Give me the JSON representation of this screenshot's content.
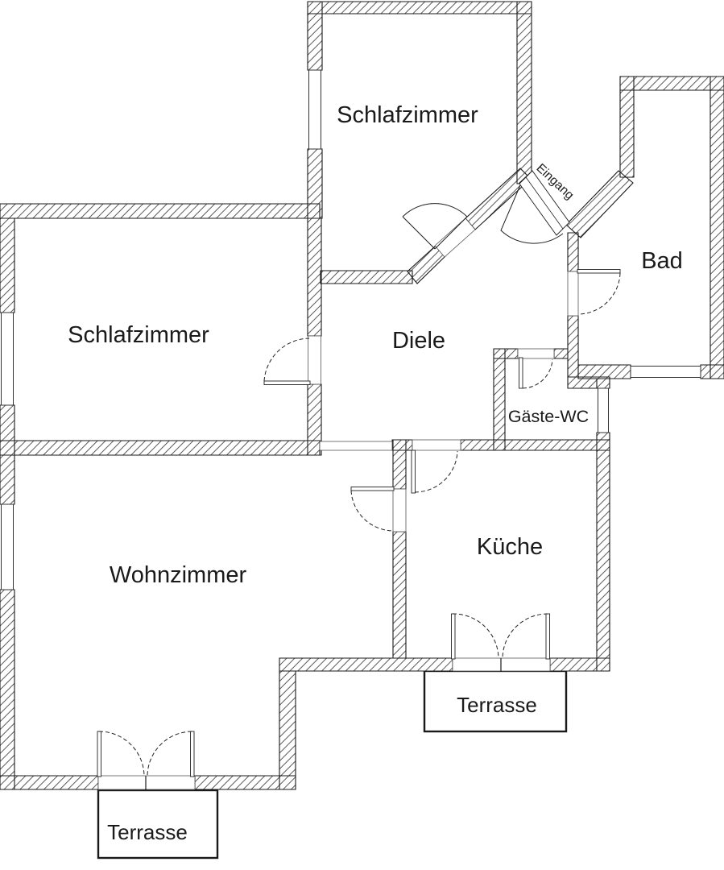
{
  "floorplan": {
    "rooms": [
      {
        "id": "schlafzimmer-top",
        "label": "Schlafzimmer"
      },
      {
        "id": "schlafzimmer-left",
        "label": "Schlafzimmer"
      },
      {
        "id": "diele",
        "label": "Diele"
      },
      {
        "id": "bad",
        "label": "Bad"
      },
      {
        "id": "gaeste-wc",
        "label": "Gäste-WC"
      },
      {
        "id": "kueche",
        "label": "Küche"
      },
      {
        "id": "wohnzimmer",
        "label": "Wohnzimmer"
      },
      {
        "id": "terrasse-sued",
        "label": "Terrasse"
      },
      {
        "id": "terrasse-ost",
        "label": "Terrasse"
      }
    ],
    "annotations": [
      {
        "id": "eingang",
        "label": "Eingang"
      }
    ],
    "colors": {
      "background": "#ffffff",
      "wall_outline": "#1a1a1a",
      "hatch": "#5a5a5a",
      "text": "#1a1a1a"
    }
  }
}
